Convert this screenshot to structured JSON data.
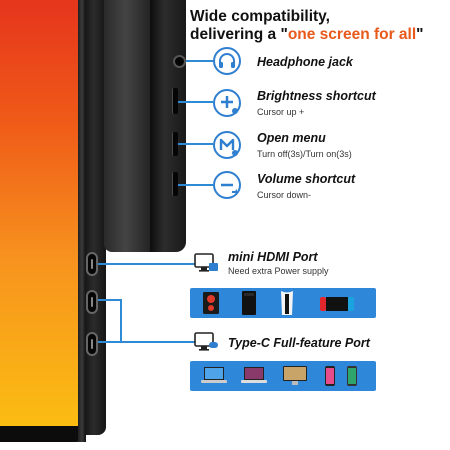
{
  "heading": {
    "line1": "Wide compatibility,",
    "line2_prefix": "delivering a \"",
    "line2_highlight": "one screen for all",
    "line2_suffix": "\""
  },
  "callouts": {
    "headphone": {
      "title": "Headphone jack",
      "icon": "headphone-icon"
    },
    "brightness": {
      "title": "Brightness shortcut",
      "subtitle": "Cursor up +",
      "icon": "brightness-plus-icon"
    },
    "menu": {
      "title": "Open menu",
      "subtitle": "Turn off(3s)/Turn on(3s)",
      "icon": "menu-m-icon"
    },
    "volume": {
      "title": "Volume shortcut",
      "subtitle": "Cursor down-",
      "icon": "volume-minus-icon"
    },
    "hdmi": {
      "title": "mini HDMI Port",
      "subtitle": "Need extra Power supply",
      "icon": "hdmi-monitor-icon"
    },
    "typec": {
      "title": "Type-C Full-feature Port",
      "icon": "typec-monitor-icon"
    }
  },
  "hdmi_devices": [
    "gaming-pc",
    "xbox-series-x",
    "playstation-5",
    "nintendo-switch"
  ],
  "typec_devices": [
    "laptop",
    "macbook",
    "desktop-monitor",
    "smartphone",
    "phone"
  ],
  "colors": {
    "accent_blue": "#2f7fd0",
    "strip_blue": "#2f87da",
    "highlight_orange": "#e8591a"
  }
}
